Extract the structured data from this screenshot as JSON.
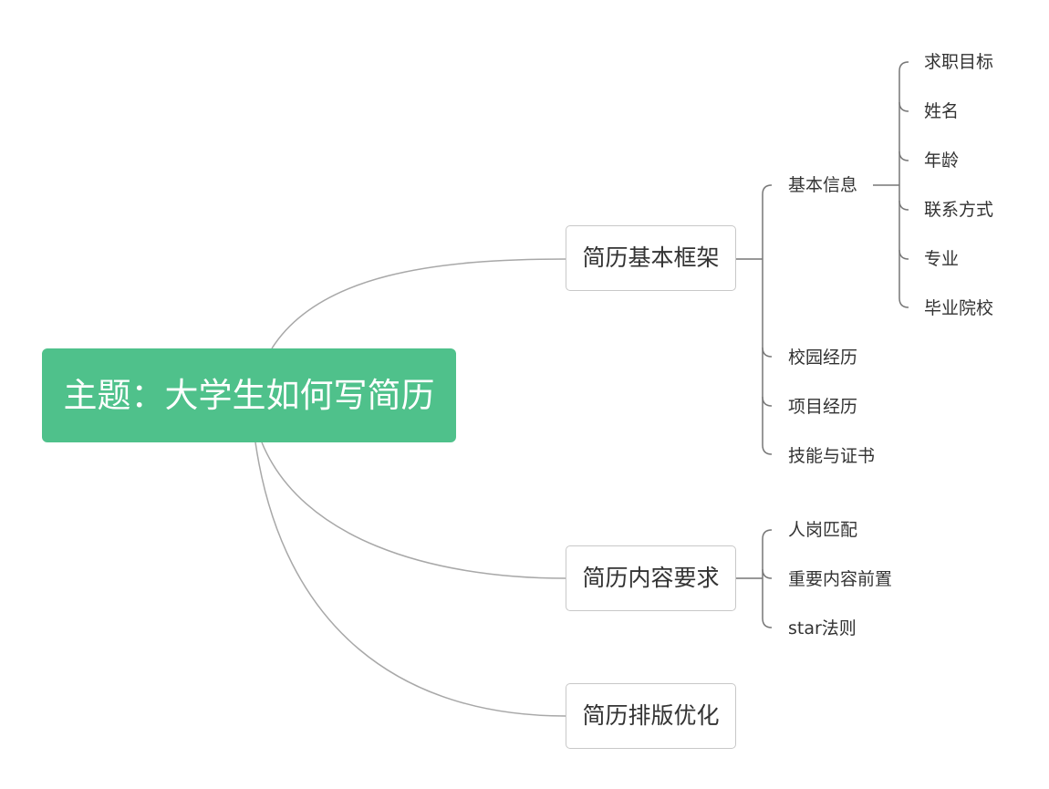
{
  "root": {
    "label": "主题：大学生如何写简历"
  },
  "branches": [
    {
      "label": "简历基本框架",
      "children": [
        {
          "label": "基本信息",
          "children": [
            {
              "label": "求职目标"
            },
            {
              "label": "姓名"
            },
            {
              "label": "年龄"
            },
            {
              "label": "联系方式"
            },
            {
              "label": "专业"
            },
            {
              "label": "毕业院校"
            }
          ]
        },
        {
          "label": "校园经历"
        },
        {
          "label": "项目经历"
        },
        {
          "label": "技能与证书"
        }
      ]
    },
    {
      "label": "简历内容要求",
      "children": [
        {
          "label": "人岗匹配"
        },
        {
          "label": "重要内容前置"
        },
        {
          "label": "star法则"
        }
      ]
    },
    {
      "label": "简历排版优化"
    }
  ],
  "colors": {
    "root_fill": "#4fc18b",
    "curve_line": "#a8a8a8",
    "bracket_line": "#777777",
    "branch_border": "#c8c8c8",
    "text": "#333333"
  }
}
